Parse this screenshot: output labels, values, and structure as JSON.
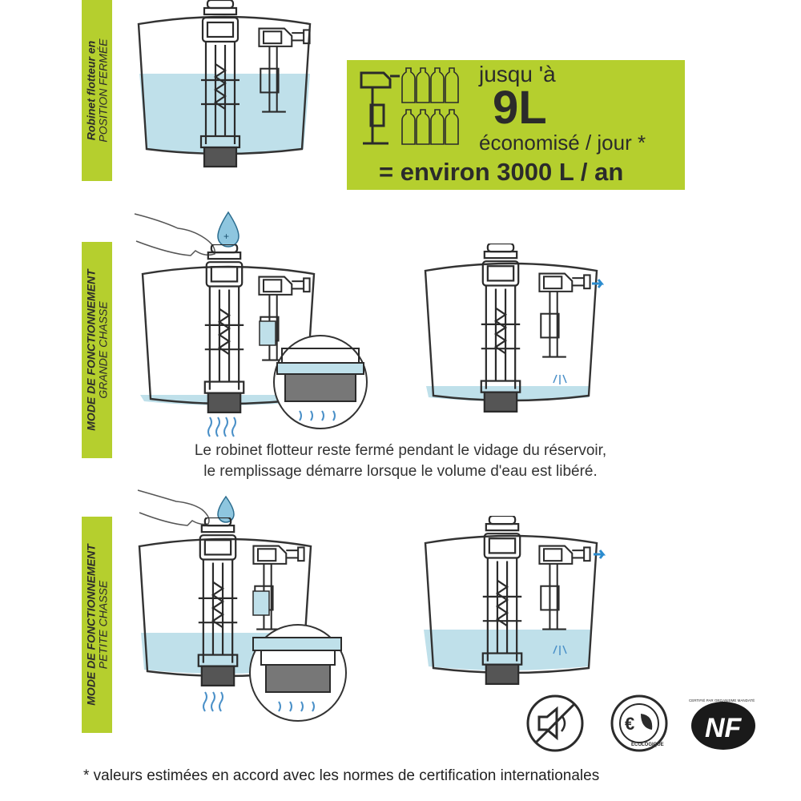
{
  "labels": {
    "section1": {
      "line1": "Robinet flotteur en",
      "line2": "POSITION FERMÉE"
    },
    "section2": {
      "line1": "MODE DE FONCTIONNEMENT",
      "line2": "GRANDE CHASSE"
    },
    "section3": {
      "line1": "MODE DE FONCTIONNEMENT",
      "line2": "PETITE CHASSE"
    }
  },
  "savings": {
    "prefix": "jusqu 'à",
    "amount": "9L",
    "suffix": "économisé / jour *",
    "yearly": "= environ 3000 L / an",
    "bottle_count": 8
  },
  "caption": {
    "line1": "Le robinet flotteur reste fermé pendant le vidage du réservoir,",
    "line2": "le remplissage démarre lorsque le volume d'eau est libéré."
  },
  "footnote": "* valeurs estimées en accord avec les normes de certification internationales",
  "badges": [
    {
      "icon": "silent-icon"
    },
    {
      "icon": "ecologique-icon",
      "text": "ÉCOLOGIQUE"
    },
    {
      "icon": "nf-certification-icon",
      "text": "NF",
      "ring_text": "CERTIFIÉ PAR ORGANISME MANDATÉ"
    }
  ],
  "colors": {
    "accent_green": "#b5cf2e",
    "water": "#bfe0ea",
    "water_flow": "#4a90c8",
    "ink": "#2b2b2b"
  }
}
